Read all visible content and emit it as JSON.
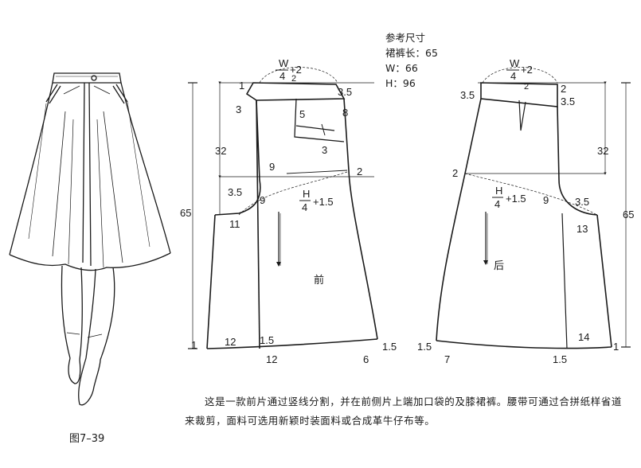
{
  "reference": {
    "title": "参考尺寸",
    "skirt_length": "裙裤长：65",
    "waist": "W：66",
    "hip": "H：96"
  },
  "figure_caption": "图7–39",
  "description": "这是一款前片通过竖线分割，并在前侧片上端加口袋的及膝裙裤。腰带可通过合拼纸样省道来裁剪，面料可选用新颖时装面料或合成革牛仔布等。",
  "front": {
    "label": "前",
    "waist_formula_num": "W",
    "waist_formula_den": "4",
    "waist_formula_plus": "+2",
    "waist_formula_small": "2",
    "hip_formula_num": "H",
    "hip_formula_den": "4",
    "hip_formula_plus": "+1.5",
    "dim_32": "32",
    "dim_65": "65",
    "m1": "1",
    "m3a": "3",
    "m3_5": "3.5",
    "m5": "5",
    "m8": "8",
    "m3b": "3",
    "m9a": "9",
    "m2": "2",
    "m3_5b": "3.5",
    "m9b": "9",
    "m11": "11",
    "m1b": "1",
    "m12a": "12",
    "m1_5a": "1.5",
    "m12b": "12",
    "m6": "6",
    "m1_5b": "1.5"
  },
  "back": {
    "label": "后",
    "waist_formula_num": "W",
    "waist_formula_den": "4",
    "waist_formula_plus": "+2",
    "waist_formula_small": "2",
    "hip_formula_num": "H",
    "hip_formula_den": "4",
    "hip_formula_plus": "+1.5",
    "dim_32": "32",
    "dim_65": "65",
    "m3_5a": "3.5",
    "m2": "2",
    "m3_5b": "3.5",
    "m2b": "2",
    "m9": "9",
    "m3_5c": "3.5",
    "m13": "13",
    "m1_5a": "1.5",
    "m7": "7",
    "m14": "14",
    "m1_5b": "1.5",
    "m1": "1"
  }
}
